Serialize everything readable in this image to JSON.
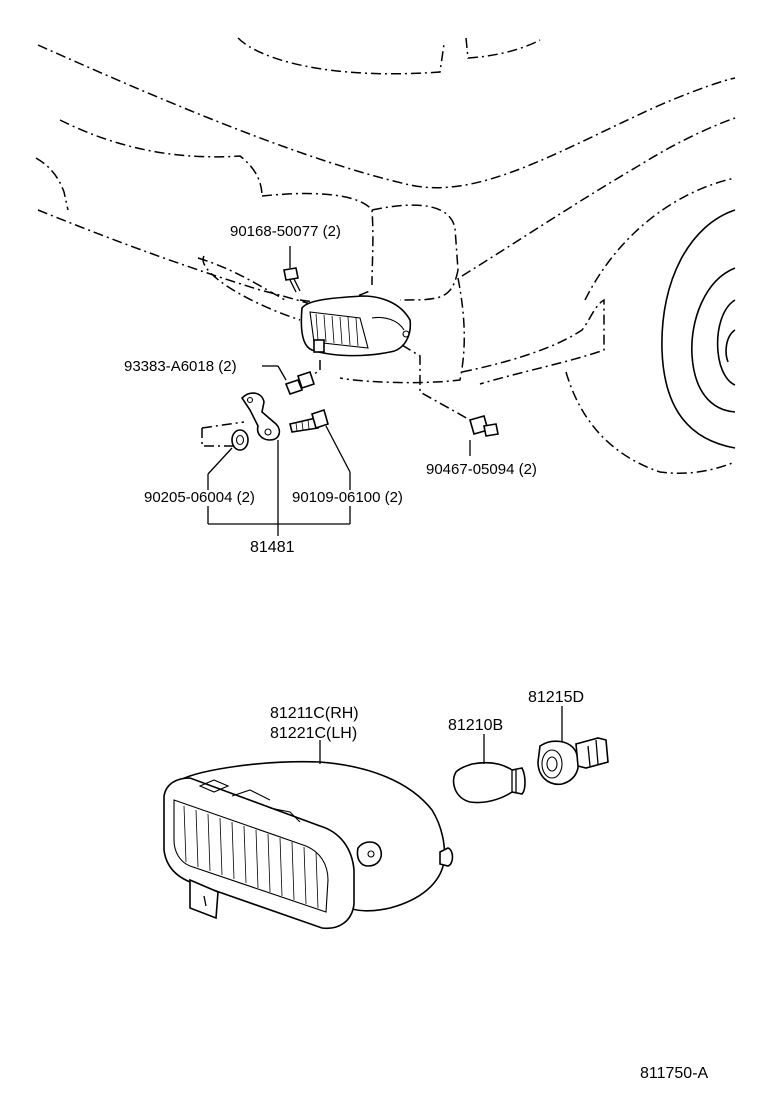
{
  "callouts": {
    "bolt_upper": "90168-50077 (2)",
    "screw_bracket": "93383-A6018 (2)",
    "nut_bumper": "90467-05094 (2)",
    "washer": "90205-06004 (2)",
    "bolt_bracket": "90109-06100 (2)",
    "bracket_assy": "81481",
    "lamp_rh": "81211C(RH)",
    "lamp_lh": "81221C(LH)",
    "bulb": "81210B",
    "socket": "81215D"
  },
  "figure_id": "811750-A"
}
